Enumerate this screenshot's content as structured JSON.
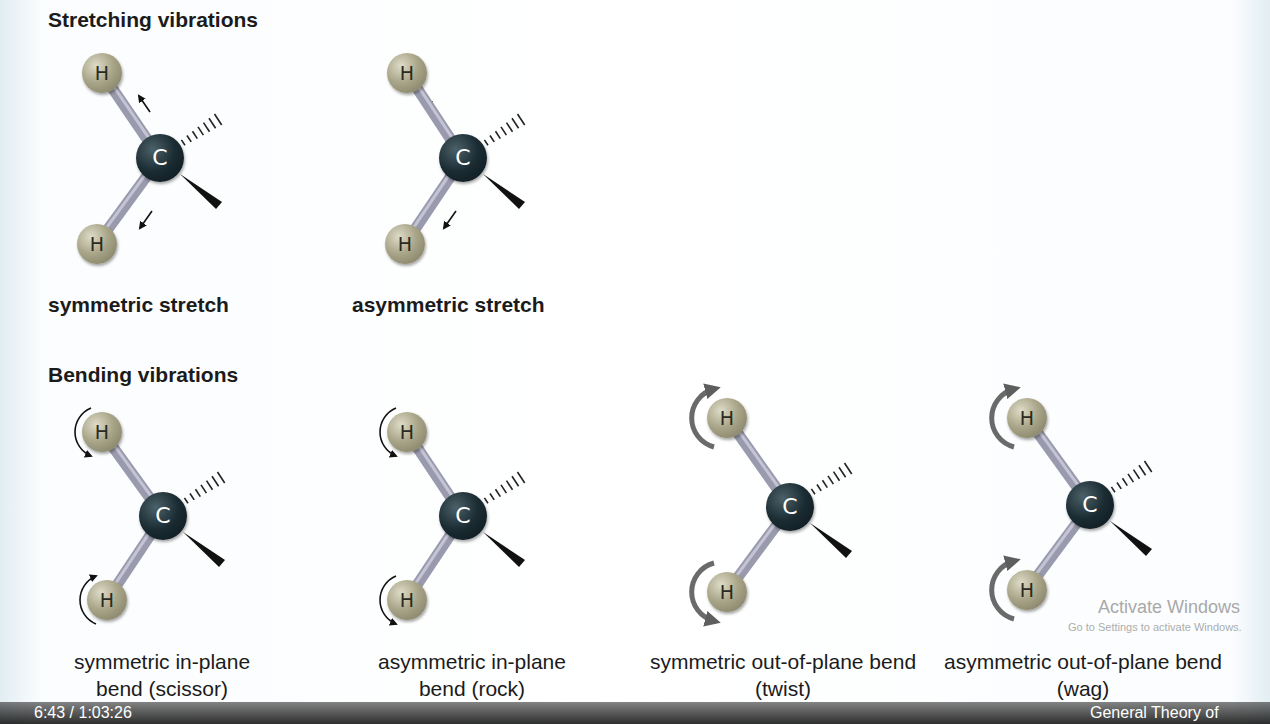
{
  "diagram": {
    "nodes": [
      {
        "text": [
          "H"
        ]
      },
      {
        "text": [
          "C"
        ]
      },
      {
        "text": [
          "H"
        ]
      },
      {
        "text": [
          "H"
        ]
      },
      {
        "text": [
          "C"
        ]
      },
      {
        "text": [
          "H"
        ]
      },
      {
        "text": [
          "H"
        ]
      },
      {
        "text": [
          "C"
        ]
      },
      {
        "text": [
          "H"
        ]
      },
      {
        "text": [
          "H"
        ]
      },
      {
        "text": [
          "C"
        ]
      },
      {
        "text": [
          "H"
        ]
      },
      {
        "text": [
          "H"
        ]
      },
      {
        "text": [
          "C"
        ]
      },
      {
        "text": [
          "H"
        ]
      },
      {
        "text": [
          "H"
        ]
      },
      {
        "text": [
          "C"
        ]
      },
      {
        "text": [
          "H"
        ]
      }
    ],
    "edges": [
      {
        "from": 1,
        "to": 0,
        "arrow": "none"
      },
      {
        "from": 1,
        "to": 2,
        "arrow": "none"
      },
      {
        "from": 4,
        "to": 3,
        "arrow": "none"
      },
      {
        "from": 4,
        "to": 5,
        "arrow": "none"
      },
      {
        "from": 7,
        "to": 6,
        "arrow": "none"
      },
      {
        "from": 7,
        "to": 8,
        "arrow": "none"
      },
      {
        "from": 10,
        "to": 9,
        "arrow": "none"
      },
      {
        "from": 10,
        "to": 11,
        "arrow": "none"
      },
      {
        "from": 13,
        "to": 12,
        "arrow": "none"
      },
      {
        "from": 13,
        "to": 14,
        "arrow": "none"
      },
      {
        "from": 16,
        "to": 15,
        "arrow": "none"
      },
      {
        "from": 16,
        "to": 17,
        "arrow": "none"
      }
    ],
    "labels": [
      "Stretching vibrations",
      "symmetric stretch",
      "asymmetric stretch",
      "Bending vibrations",
      "symmetric in-plane bend (scissor)",
      "asymmetric in-plane bend (rock)",
      "symmetric out-of-plane bend (twist)",
      "asymmetric out-of-plane bend (wag)",
      "Activate Windows",
      "Go to Settings to activate Windows.",
      "6:43 / 1:03:26",
      "General Theory of"
    ]
  }
}
